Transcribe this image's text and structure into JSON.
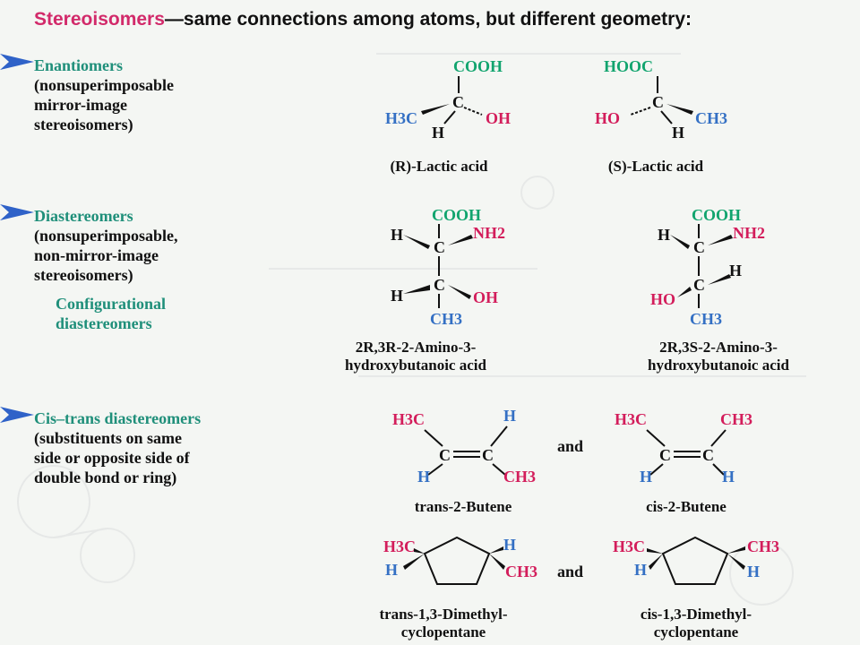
{
  "title": {
    "accent": "Stereoisomers",
    "rest": "—same connections among atoms, but different geometry:"
  },
  "sections": {
    "enantiomers": {
      "heading": "Enantiomers",
      "lines": [
        "(nonsuperimposable",
        "mirror-image",
        "stereoisomers)"
      ],
      "captions": [
        "(R)-Lactic acid",
        "(S)-Lactic acid"
      ]
    },
    "diastereomers": {
      "heading": "Diastereomers",
      "lines": [
        "(nonsuperimposable,",
        "non-mirror-image",
        "stereoisomers)"
      ],
      "sub_heading_lines": [
        "Configurational",
        "diastereomers"
      ],
      "captions": [
        [
          "2R,3R-2-Amino-3-",
          "hydroxybutanoic acid"
        ],
        [
          "2R,3S-2-Amino-3-",
          "hydroxybutanoic acid"
        ]
      ]
    },
    "cistrans": {
      "heading": "Cis–trans diastereomers",
      "lines": [
        "(substituents on same",
        "side or opposite side of",
        "double bond or ring)"
      ],
      "and_label": "and",
      "captions": [
        "trans-2-Butene",
        "cis-2-Butene",
        [
          "trans-1,3-Dimethyl-",
          "cyclopentane"
        ],
        [
          "cis-1,3-Dimethyl-",
          "cyclopentane"
        ]
      ]
    }
  },
  "atoms": {
    "cooh": "COOH",
    "hooc": "HOOC",
    "c": "C",
    "h": "H",
    "oh": "OH",
    "ho": "HO",
    "h3c": "H3C",
    "ch3": "CH3",
    "nh2": "NH2"
  },
  "colors": {
    "accent": "#d22a6a",
    "teal": "#1f8f7a",
    "green": "#11a46e",
    "blue": "#3470c4",
    "red": "#d31d5b",
    "arrow": "#2f62c8"
  }
}
